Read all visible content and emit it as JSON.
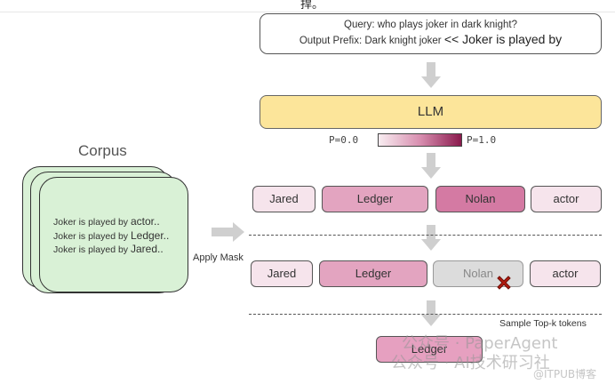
{
  "header": {
    "partial_char": "捍。"
  },
  "query_box": {
    "line1": "Query: who plays joker in dark knight?",
    "line2_prefix": "Output Prefix: Dark knight joker",
    "line2_suffix": "<< Joker is played by"
  },
  "llm": {
    "label": "LLM"
  },
  "probability_scale": {
    "min_label": "P=0.0",
    "max_label": "P=1.0",
    "color_low": "#f8edf1",
    "color_high": "#8a1a4d"
  },
  "corpus": {
    "title": "Corpus",
    "lines": [
      {
        "prefix": "Joker is played by",
        "token": "actor.."
      },
      {
        "prefix": "Joker is played by",
        "token": "Ledger.."
      },
      {
        "prefix": "Joker is played by",
        "token": "Jared.."
      }
    ],
    "card_color": "#d9f1d6"
  },
  "apply_mask": {
    "label": "Apply Mask"
  },
  "tokens_before_mask": [
    {
      "label": "Jared",
      "probability": 0.05,
      "color": "#f6e4ec"
    },
    {
      "label": "Ledger",
      "probability": 0.4,
      "color": "#e3a4c0"
    },
    {
      "label": "Nolan",
      "probability": 0.55,
      "color": "#d47aa3"
    },
    {
      "label": "actor",
      "probability": 0.05,
      "color": "#f6e4ec"
    }
  ],
  "tokens_after_mask": [
    {
      "label": "Jared",
      "masked": false,
      "color": "#f6e4ec"
    },
    {
      "label": "Ledger",
      "masked": false,
      "color": "#e3a4c0"
    },
    {
      "label": "Nolan",
      "masked": true,
      "color": "#dcdcdc"
    },
    {
      "label": "actor",
      "masked": false,
      "color": "#f6e4ec"
    }
  ],
  "sample": {
    "label": "Sample Top-k tokens"
  },
  "result_token": {
    "label": "Ledger",
    "color": "#e6a0c0"
  },
  "watermarks": {
    "line1": "公众号 · PaperAgent",
    "line2": "公众号 · AI技术研习社",
    "line3": "@ITPUB博客"
  }
}
